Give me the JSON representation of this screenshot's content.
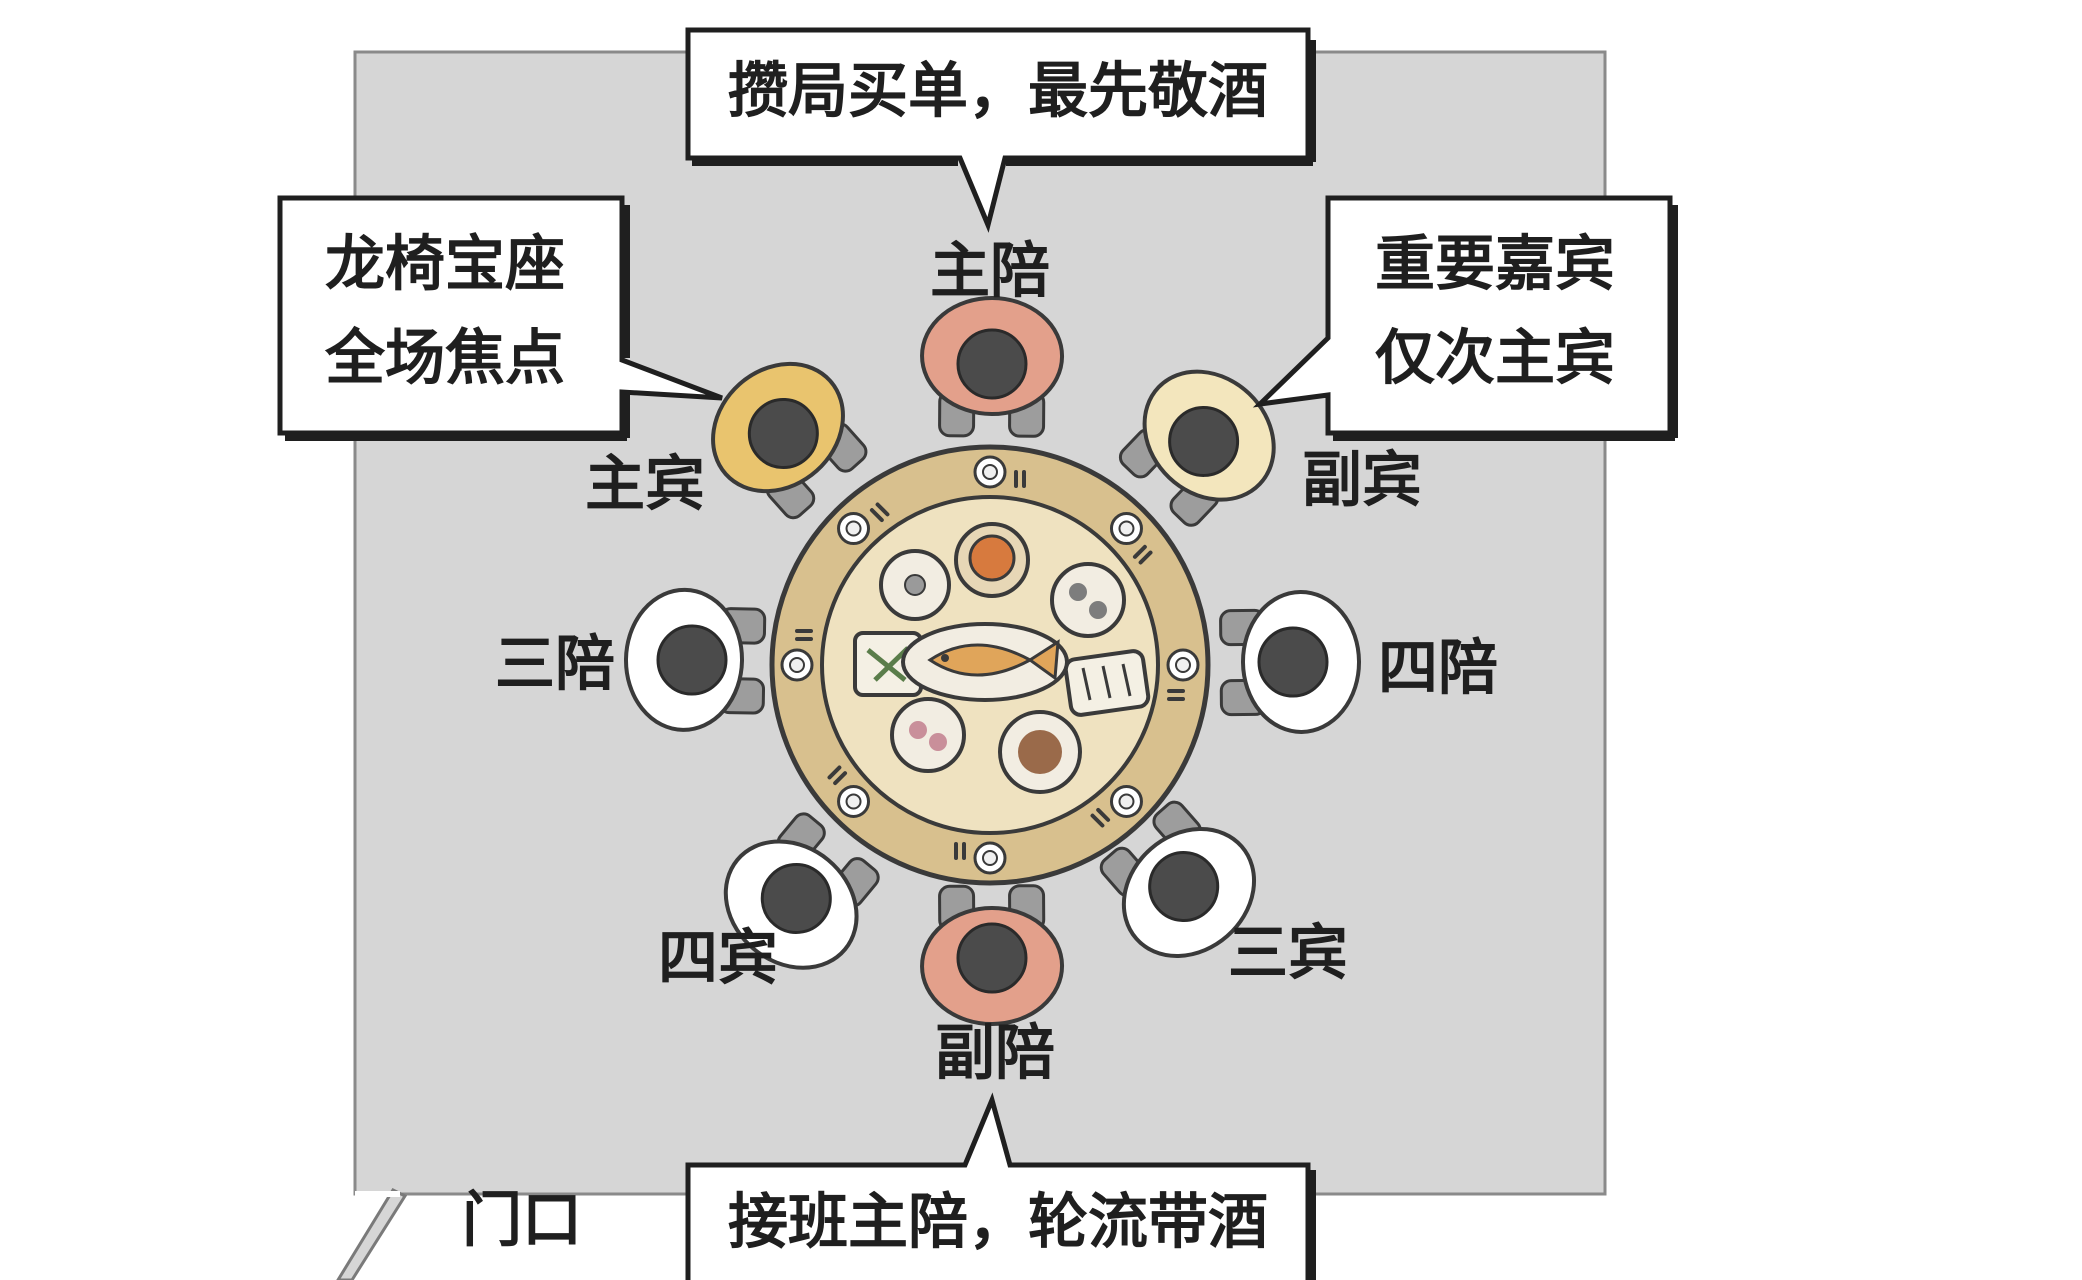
{
  "callouts": {
    "top": "攒局买单，最先敬酒",
    "left_line1": "龙椅宝座",
    "left_line2": "全场焦点",
    "right_line1": "重要嘉宾",
    "right_line2": "仅次主宾",
    "bottom": "接班主陪，轮流带酒"
  },
  "seats": {
    "zhu_pei": "主陪",
    "zhu_bin": "主宾",
    "fu_bin": "副宾",
    "san_pei": "三陪",
    "si_pei": "四陪",
    "si_bin": "四宾",
    "san_bin": "三宾",
    "fu_pei": "副陪"
  },
  "door": "门口",
  "colors": {
    "room": "#d6d6d6",
    "table": "#d8c08e",
    "table_inner": "#efe2c0",
    "seat_host": "#e3a08b",
    "seat_guest": "#e9c46e",
    "seat_second": "#f3e6bd",
    "seat_plain": "#ffffff",
    "head": "#4b4b4b"
  }
}
